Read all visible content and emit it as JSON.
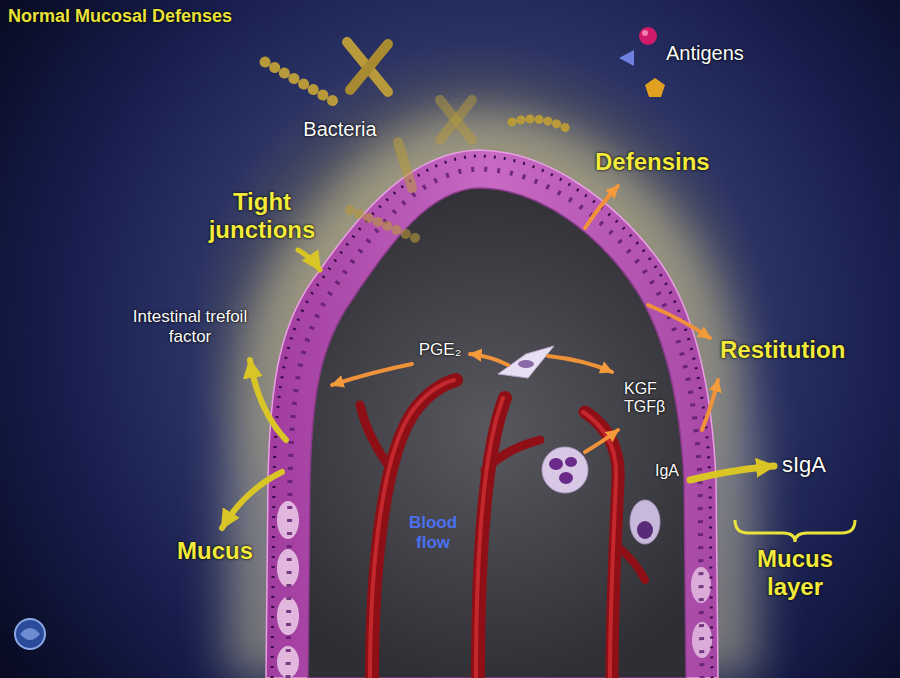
{
  "diagram": {
    "title": "Normal Mucosal Defenses",
    "labels": [
      "Antigens",
      "Bacteria",
      "Tight junctions",
      "Defensins",
      "Intestinal trefoil factor",
      "PGE₂",
      "Restitution",
      "KGF TGFβ",
      "IgA",
      "sIgA",
      "Blood flow",
      "Mucus",
      "Mucus layer"
    ]
  }
}
